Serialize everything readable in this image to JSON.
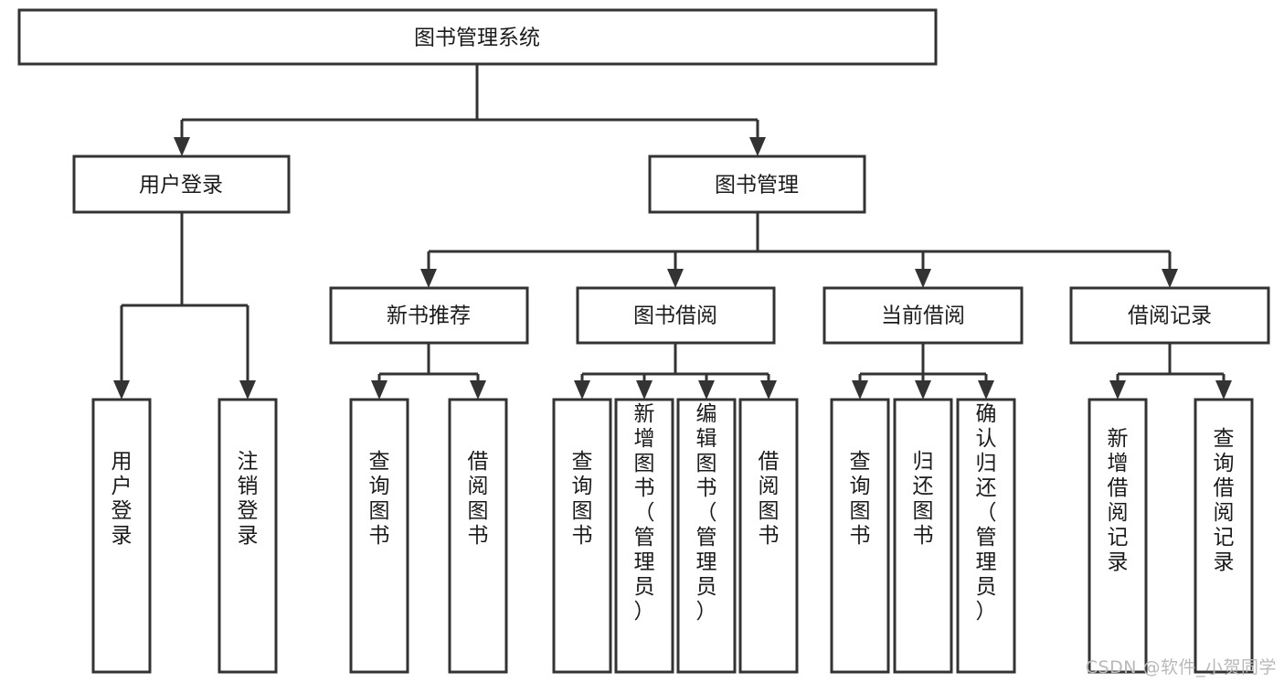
{
  "diagram": {
    "type": "tree",
    "title": "图书管理系统",
    "watermark": "CSDN @软件_小贺同学",
    "colors": {
      "stroke": "#333333",
      "fill": "#ffffff",
      "text": "#1b1b1b",
      "watermark": "#b9b9b9"
    },
    "nodes": {
      "root": {
        "label": "图书管理系统",
        "level": 1,
        "orientation": "horizontal"
      },
      "n_user_login": {
        "label": "用户登录",
        "level": 2,
        "orientation": "horizontal"
      },
      "n_book_manage": {
        "label": "图书管理",
        "level": 2,
        "orientation": "horizontal"
      },
      "n_new_book_rec": {
        "label": "新书推荐",
        "level": 3,
        "orientation": "horizontal"
      },
      "n_book_borrow": {
        "label": "图书借阅",
        "level": 3,
        "orientation": "horizontal"
      },
      "n_current_borrow": {
        "label": "当前借阅",
        "level": 3,
        "orientation": "horizontal"
      },
      "n_borrow_record": {
        "label": "借阅记录",
        "level": 3,
        "orientation": "horizontal"
      },
      "leaf_user_login": {
        "label": "用户登录",
        "level": 4,
        "orientation": "vertical"
      },
      "leaf_logout": {
        "label": "注销登录",
        "level": 4,
        "orientation": "vertical"
      },
      "leaf_query_book_1": {
        "label": "查询图书",
        "level": 4,
        "orientation": "vertical"
      },
      "leaf_borrow_book_1": {
        "label": "借阅图书",
        "level": 4,
        "orientation": "vertical"
      },
      "leaf_query_book_2": {
        "label": "查询图书",
        "level": 4,
        "orientation": "vertical"
      },
      "leaf_add_book": {
        "label": "新增图书（管理员）",
        "level": 4,
        "orientation": "vertical"
      },
      "leaf_edit_book": {
        "label": "编辑图书（管理员）",
        "level": 4,
        "orientation": "vertical"
      },
      "leaf_borrow_book_2": {
        "label": "借阅图书",
        "level": 4,
        "orientation": "vertical"
      },
      "leaf_query_book_3": {
        "label": "查询图书",
        "level": 4,
        "orientation": "vertical"
      },
      "leaf_return_book": {
        "label": "归还图书",
        "level": 4,
        "orientation": "vertical"
      },
      "leaf_confirm_return": {
        "label": "确认归还（管理员）",
        "level": 4,
        "orientation": "vertical"
      },
      "leaf_add_record": {
        "label": "新增借阅记录",
        "level": 4,
        "orientation": "vertical"
      },
      "leaf_query_record": {
        "label": "查询借阅记录",
        "level": 4,
        "orientation": "vertical"
      }
    },
    "edges": [
      {
        "from": "root",
        "to": "n_user_login"
      },
      {
        "from": "root",
        "to": "n_book_manage"
      },
      {
        "from": "n_book_manage",
        "to": "n_new_book_rec"
      },
      {
        "from": "n_book_manage",
        "to": "n_book_borrow"
      },
      {
        "from": "n_book_manage",
        "to": "n_current_borrow"
      },
      {
        "from": "n_book_manage",
        "to": "n_borrow_record"
      },
      {
        "from": "n_user_login",
        "to": "leaf_user_login"
      },
      {
        "from": "n_user_login",
        "to": "leaf_logout"
      },
      {
        "from": "n_new_book_rec",
        "to": "leaf_query_book_1"
      },
      {
        "from": "n_new_book_rec",
        "to": "leaf_borrow_book_1"
      },
      {
        "from": "n_book_borrow",
        "to": "leaf_query_book_2"
      },
      {
        "from": "n_book_borrow",
        "to": "leaf_add_book"
      },
      {
        "from": "n_book_borrow",
        "to": "leaf_edit_book"
      },
      {
        "from": "n_book_borrow",
        "to": "leaf_borrow_book_2"
      },
      {
        "from": "n_current_borrow",
        "to": "leaf_query_book_3"
      },
      {
        "from": "n_current_borrow",
        "to": "leaf_return_book"
      },
      {
        "from": "n_current_borrow",
        "to": "leaf_confirm_return"
      },
      {
        "from": "n_borrow_record",
        "to": "leaf_add_record"
      },
      {
        "from": "n_borrow_record",
        "to": "leaf_query_record"
      }
    ]
  }
}
